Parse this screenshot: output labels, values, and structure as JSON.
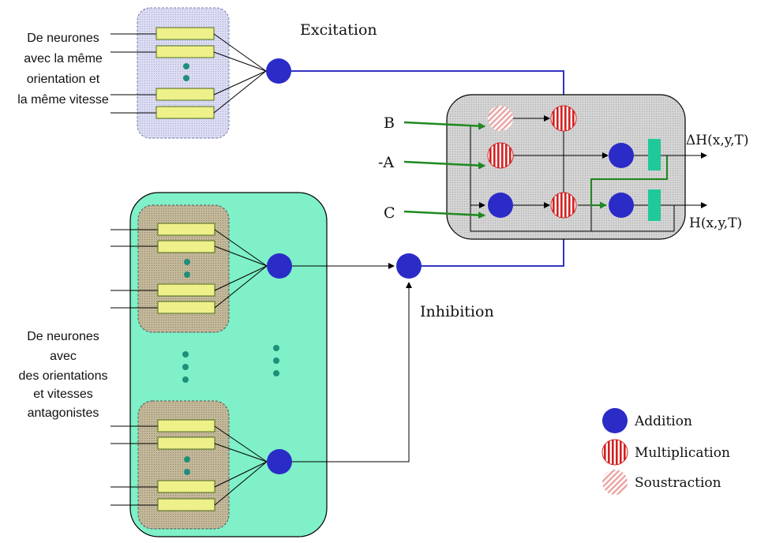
{
  "excitation_group": {
    "lines": [
      "De neurones",
      "avec la même",
      "orientation et",
      "la même vitesse"
    ]
  },
  "excitation_label": "Excitation",
  "inhibition_label": "Inhibition",
  "inhibition_group": {
    "lines": [
      "De neurones",
      "avec",
      "des orientations",
      "et vitesses",
      "antagonistes"
    ]
  },
  "inputs": {
    "b": "B",
    "minus_a": "-A",
    "c": "C"
  },
  "outputs": {
    "delta_h": "ΔH(x,y,T)",
    "h": "H(x,y,T)"
  },
  "legend": {
    "items": [
      {
        "label": "Addition",
        "kind": "addition"
      },
      {
        "label": "Multiplication",
        "kind": "multiplication"
      },
      {
        "label": "Soustraction",
        "kind": "soustraction"
      }
    ]
  },
  "colors": {
    "addition": "#2b2bc8",
    "multiplication": "#d42020",
    "soustraction": "#f2b4b4",
    "neuron_bar": "#eef08a",
    "neuron_bar_border": "#4d6b1a",
    "excitation_box": "#dcdcf2",
    "inhibition_outer": "#7ff0c8",
    "inhibition_inner": "#c8bca0",
    "circuit_box": "#d4d4d4",
    "output_bar": "#1fc99a",
    "excitation_wire": "#3434c0",
    "input_wire": "#1f8a1f",
    "dots": "#1f8f7a"
  }
}
